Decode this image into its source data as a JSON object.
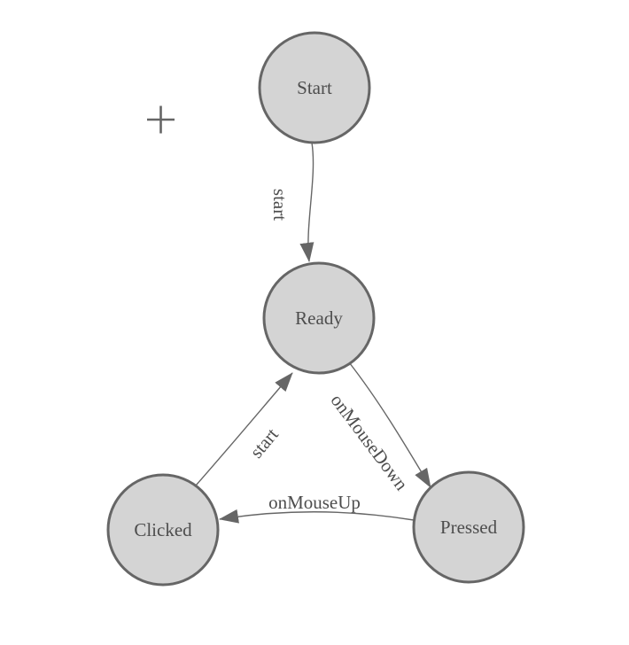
{
  "diagram": {
    "type": "state-machine",
    "colors": {
      "canvas_bg": "#ffffff",
      "node_fill": "#d4d4d4",
      "node_stroke": "#666666",
      "edge_color": "#666666",
      "label_color": "#4d4d4d"
    },
    "nodes": [
      {
        "id": "start",
        "label": "Start"
      },
      {
        "id": "ready",
        "label": "Ready"
      },
      {
        "id": "clicked",
        "label": "Clicked"
      },
      {
        "id": "pressed",
        "label": "Pressed"
      }
    ],
    "edges": [
      {
        "from": "start",
        "to": "ready",
        "label": "start"
      },
      {
        "from": "ready",
        "to": "pressed",
        "label": "onMouseDown"
      },
      {
        "from": "pressed",
        "to": "clicked",
        "label": "onMouseUp"
      },
      {
        "from": "clicked",
        "to": "ready",
        "label": "start"
      }
    ],
    "cursor": {
      "symbol": "+"
    }
  }
}
